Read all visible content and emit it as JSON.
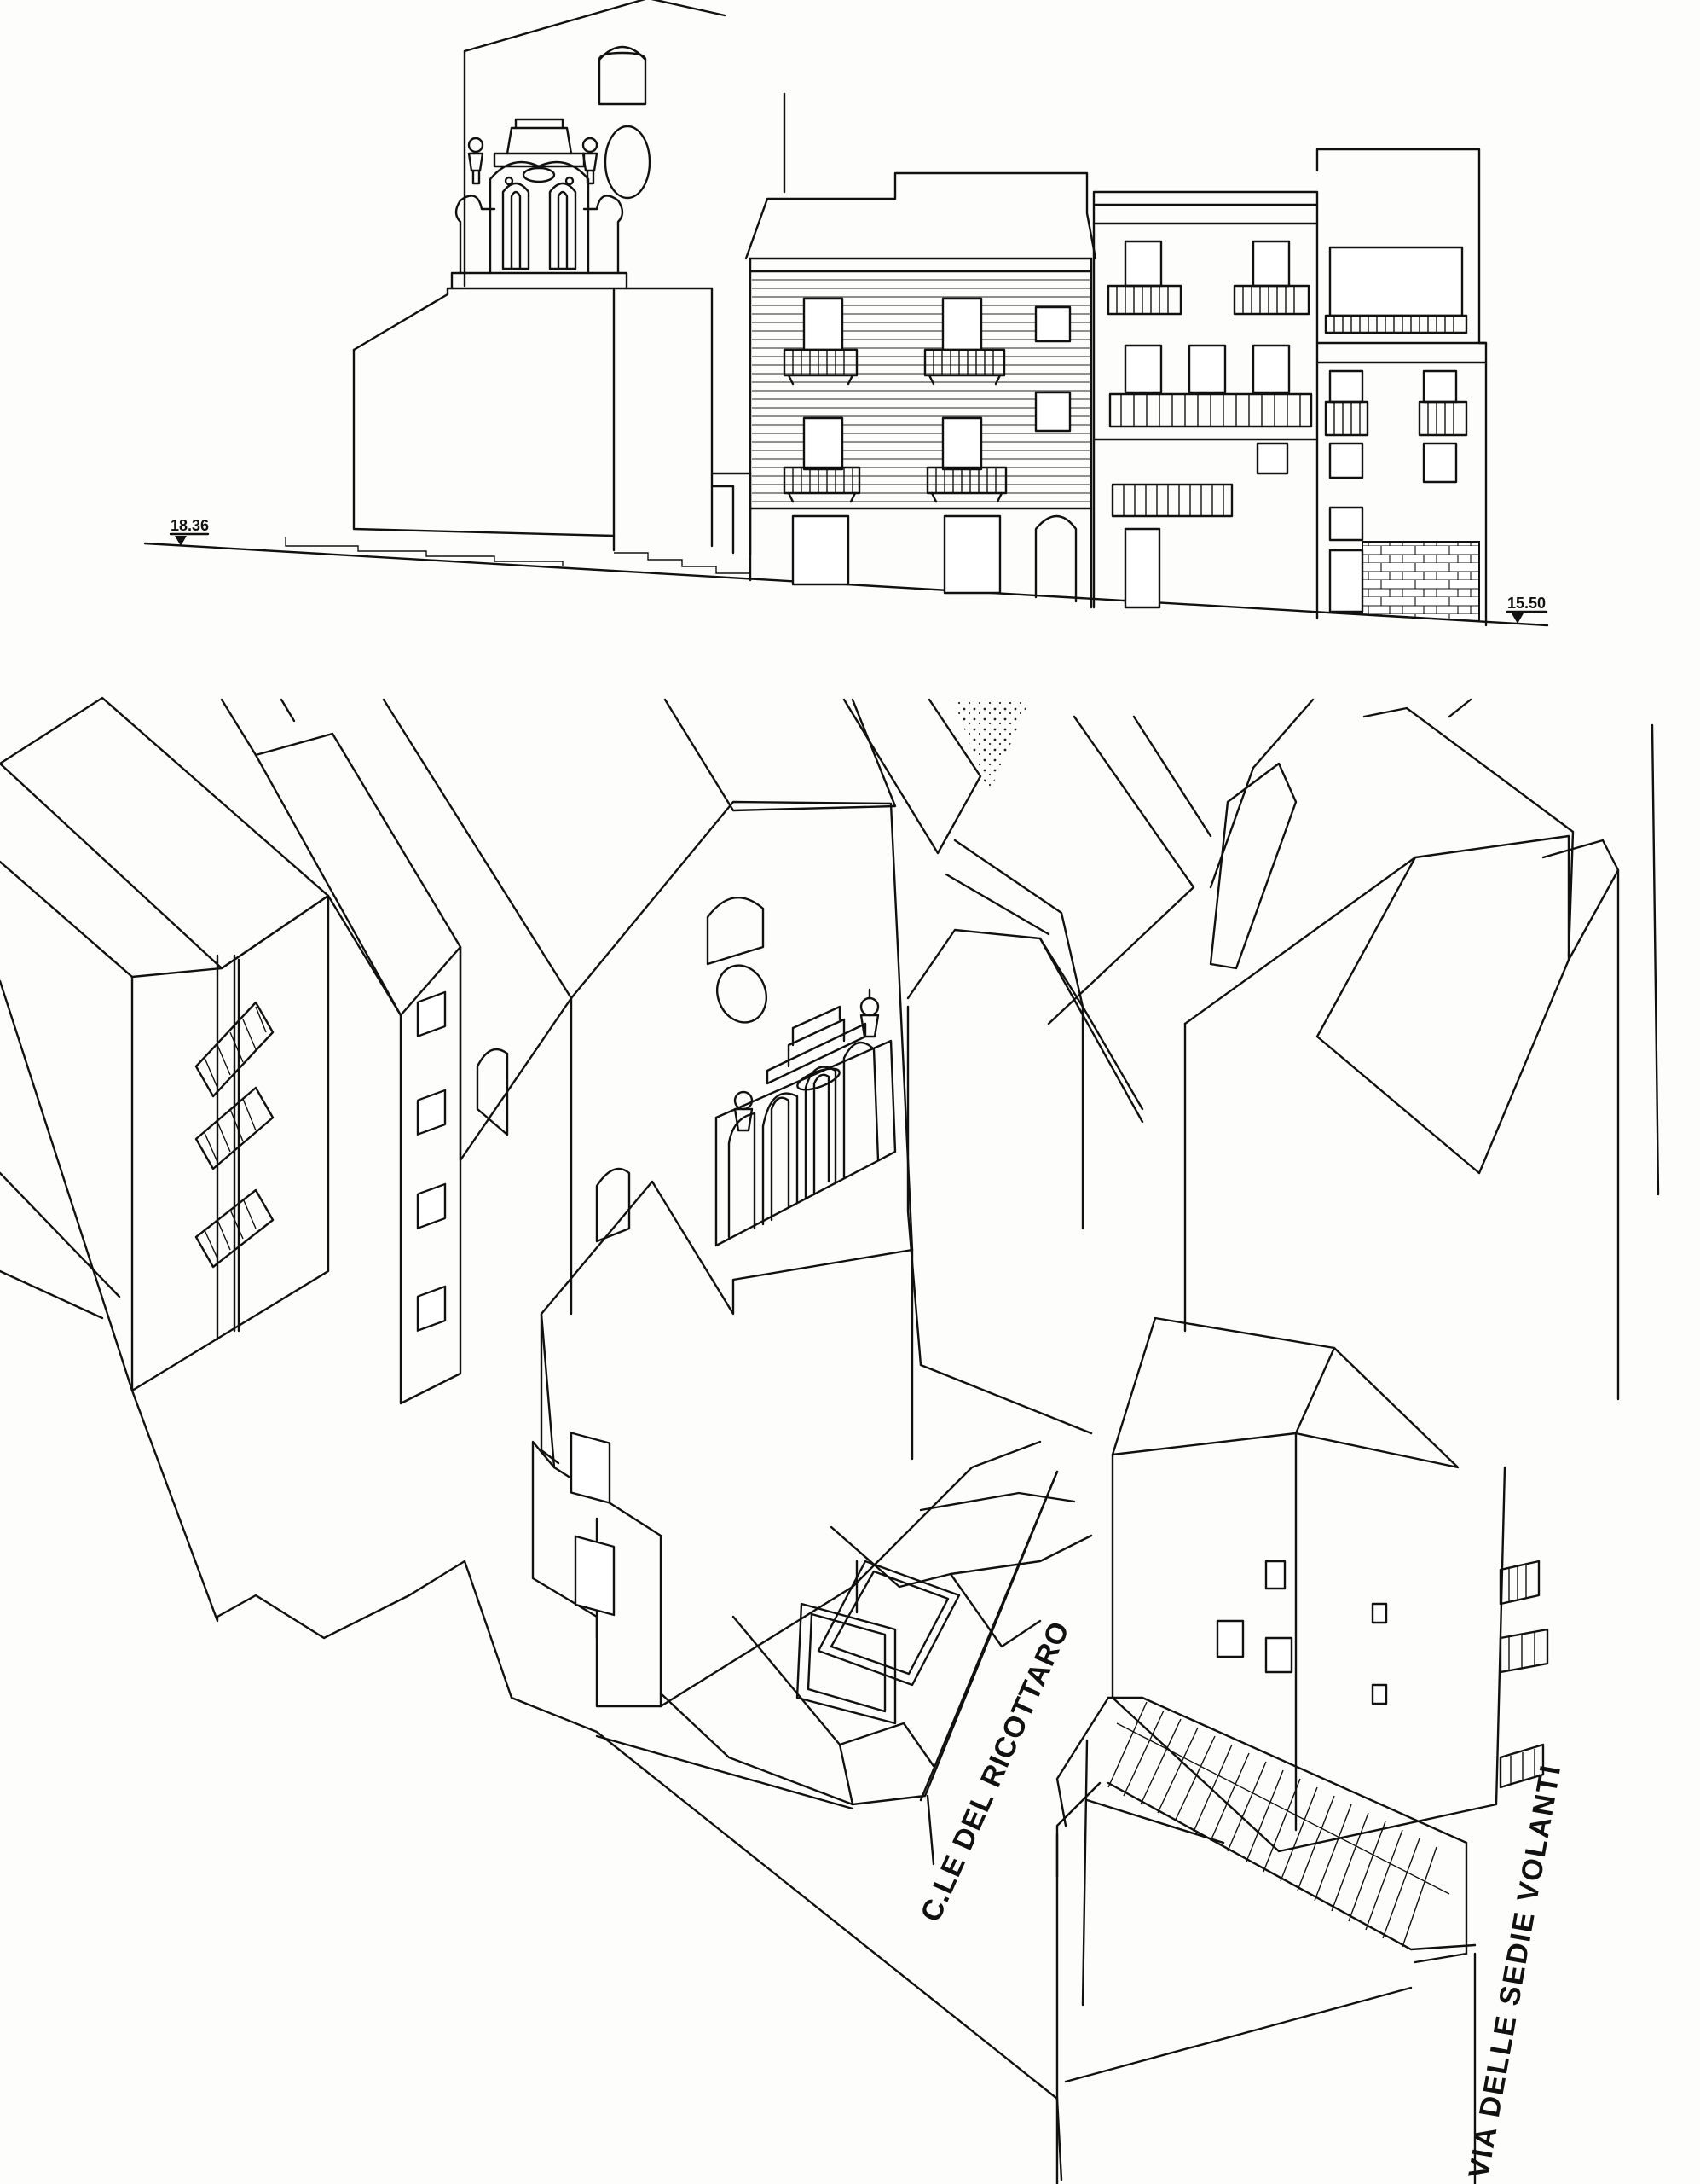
{
  "elevation": {
    "level_left": "18.36",
    "level_right": "15.50"
  },
  "street_labels": {
    "cortile": "C.LE DEL RICOTTARO",
    "via": "VIA DELLE SEDIE VOLANTI"
  },
  "colors": {
    "ink": "#111111",
    "paper": "#fdfdfb"
  }
}
